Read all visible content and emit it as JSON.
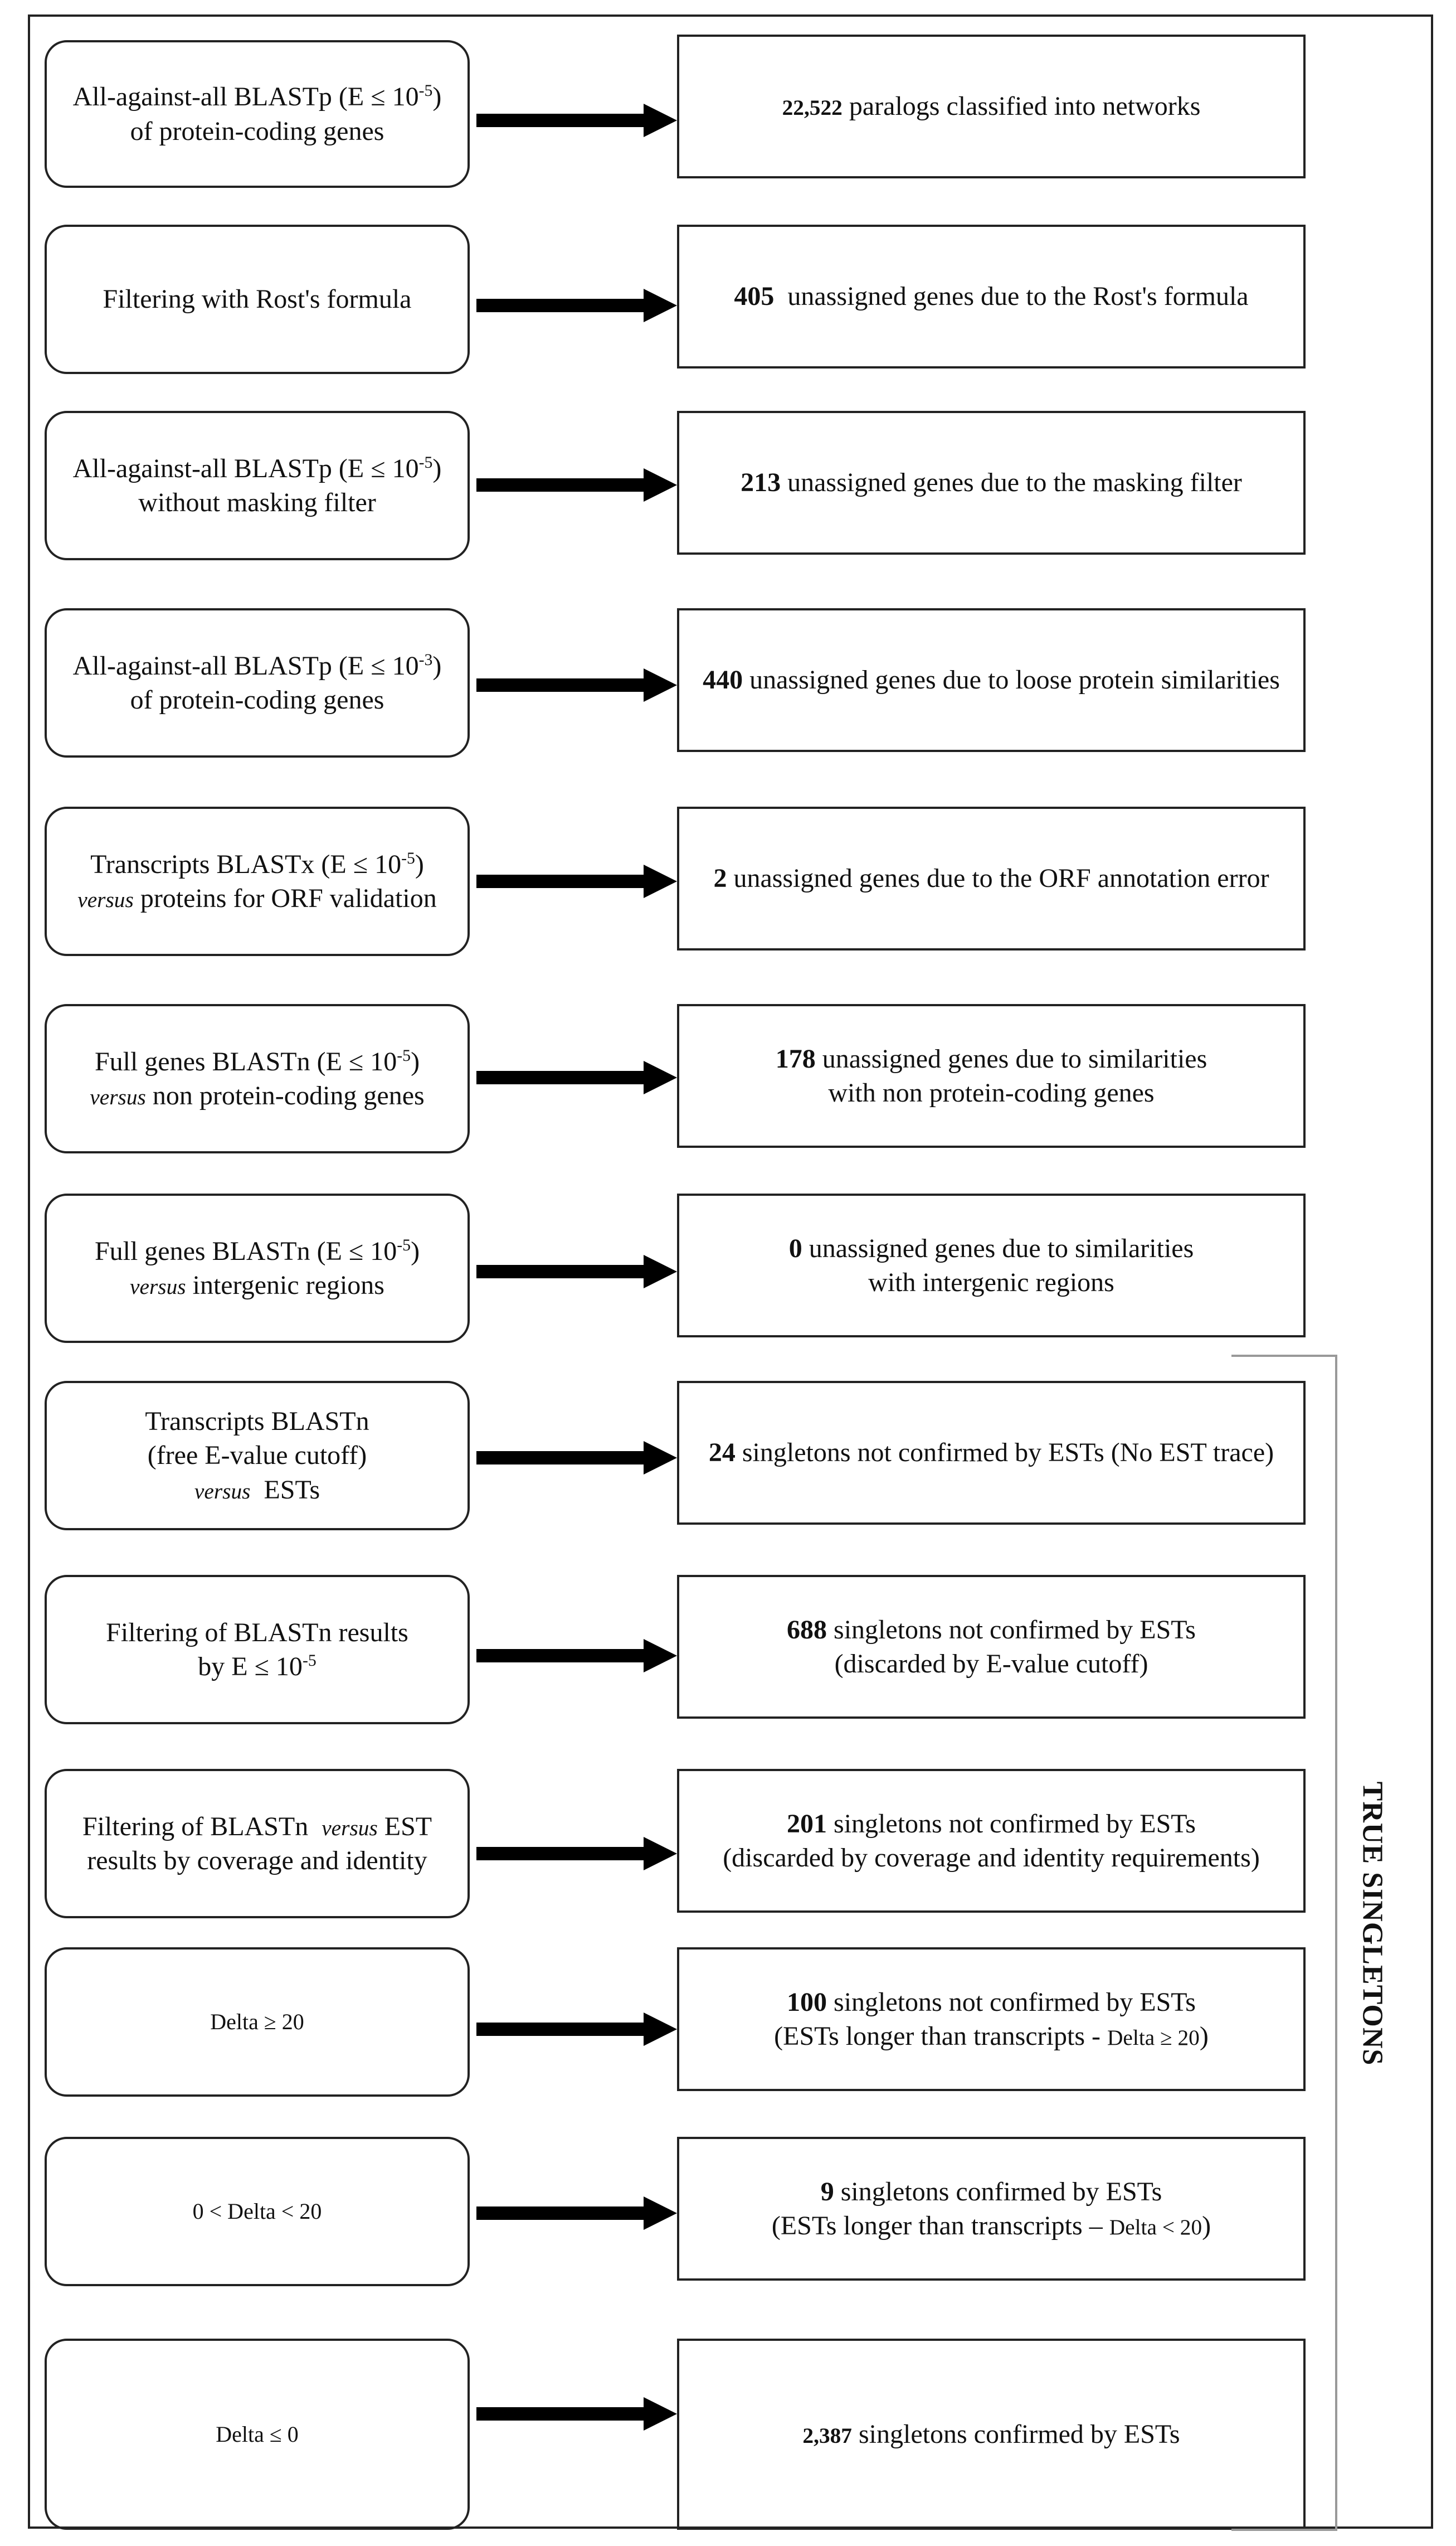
{
  "steps": [
    {
      "left_lines": [
        "All-against-all BLASTp (E ≤ 10",
        "-5",
        ")",
        "of protein-coding genes"
      ],
      "right_bold": "22,522",
      "right_text": "paralogs classified into networks"
    },
    {
      "left": "Filtering with Rost's formula",
      "right_bold": "405",
      "right_text": "unassigned genes due to the Rost's formula"
    },
    {
      "left_a": "All-against-all  BLASTp (E ≤ 10",
      "left_sup": "-5",
      "left_b": ")",
      "left_c": "without  masking filter",
      "right_bold": "213",
      "right_text": "unassigned genes due to the masking filter"
    },
    {
      "left_a": "All-against-all BLASTp (E ≤ 10",
      "left_sup": "-3",
      "left_b": ")",
      "left_c": "of protein-coding genes",
      "right_bold": "440",
      "right_text": "unassigned genes due to loose protein similarities"
    },
    {
      "left_a": "Transcripts BLASTx (E ≤ 10",
      "left_sup": "-5",
      "left_b": ")",
      "left_em": "versus",
      "left_c": "proteins for ORF validation",
      "right_bold": "2",
      "right_text": "unassigned genes due to the ORF annotation error"
    },
    {
      "left_a": "Full genes BLASTn (E ≤ 10",
      "left_sup": "-5",
      "left_b": ")",
      "left_em": "versus",
      "left_c": "non protein-coding genes",
      "right_bold": "178",
      "right_text": "unassigned genes due to similarities",
      "right_line2": "with non protein-coding genes"
    },
    {
      "left_a": "Full genes BLASTn (E ≤ 10",
      "left_sup": "-5",
      "left_b": ")",
      "left_em": "versus",
      "left_c": "intergenic regions",
      "right_bold": "0",
      "right_text": "unassigned genes due to similarities",
      "right_line2": "with intergenic regions"
    },
    {
      "left_a": "Transcripts BLASTn",
      "left_c": "(free E-value cutoff)",
      "left_em": "versus",
      "left_d": "ESTs",
      "right_bold": "24",
      "right_text": "singletons not confirmed by ESTs (No EST trace)"
    },
    {
      "left_a": "Filtering of BLASTn results",
      "left_c": "by E ≤ 10",
      "left_sup": "-5",
      "right_bold": "688",
      "right_text": "singletons not confirmed by ESTs",
      "right_line2": "(discarded by E-value cutoff)"
    },
    {
      "left_a": "Filtering of BLASTn",
      "left_em": "versus",
      "left_b": "EST",
      "left_c": "results by coverage and identity",
      "right_bold": "201",
      "right_text": "singletons not confirmed by ESTs",
      "right_line2": "(discarded by coverage and identity requirements)"
    },
    {
      "left": "Delta ≥ 20",
      "right_bold": "100",
      "right_text": "singletons not confirmed by ESTs",
      "right_line2a": "(ESTs longer than transcripts  -",
      "right_line2b": "Delta ≥ 20",
      "right_line2c": ")"
    },
    {
      "left": "0 < Delta < 20",
      "right_bold": "9",
      "right_text": "singletons confirmed by ESTs",
      "right_line2a": "(ESTs longer than transcripts –",
      "right_line2b": "Delta < 20",
      "right_line2c": ")"
    },
    {
      "left": "Delta ≤ 0",
      "right_bold": "2,387",
      "right_text": "singletons confirmed by ESTs"
    }
  ],
  "bracket_label": "TRUE SINGLETONS"
}
